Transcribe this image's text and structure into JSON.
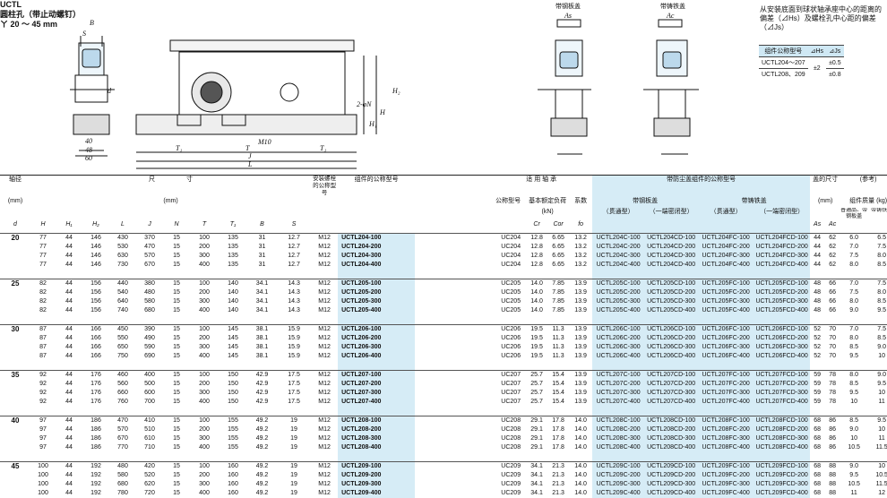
{
  "header": {
    "line1": "UCTL",
    "line2": "圆柱孔（带止动螺钉）",
    "line3": "ㄚ 20 ～ 45 mm"
  },
  "drawing_labels": {
    "h2": "H₂",
    "h": "H",
    "h1": "H₁",
    "two_n": "2-φN",
    "m10": "M10",
    "t1": "T₁",
    "t": "T",
    "t1b": "T₁",
    "j": "J",
    "l": "L",
    "b": "B",
    "s": "S",
    "d": "d",
    "d40": "40",
    "d48": "48",
    "d60": "60",
    "cover1": "带钢板盖",
    "cover2": "带铸铁盖",
    "as": "As",
    "ac": "Ac"
  },
  "note": "从安装底面到球状轴承座中心的距离的偏差（⊿Hs）及螺栓孔中心距的偏差（⊿Js）",
  "tolerance_table": {
    "headers": [
      "组件公称型号",
      "⊿Hs",
      "⊿Js"
    ],
    "rows": [
      {
        "model": "UCTL204～207",
        "hs": "±2",
        "js": "±0.5"
      },
      {
        "model": "UCTL208、209",
        "hs": "",
        "js": "±0.8"
      }
    ]
  },
  "table_header": {
    "shaft": "轴径",
    "shaft_unit": "(mm)",
    "d": "d",
    "dims": "尺　　　　　寸",
    "dims_unit": "(mm)",
    "cols": [
      "H",
      "H₁",
      "H₂",
      "L",
      "J",
      "N",
      "T",
      "T₁",
      "B",
      "S"
    ],
    "bolt": "安装螺栓的公称型号",
    "assembly": "组件的公称型号",
    "bearing": "适 用 轴 承",
    "bearing_model": "公称型号",
    "load": "基本额定负荷",
    "load_unit": "(kN)",
    "cr": "Cr",
    "cor": "Cor",
    "factor": "系数",
    "fo": "fo",
    "dust": "带防尘盖组件的公称型号",
    "steel": "带钢板盖",
    "cast": "带铸铁盖",
    "through": "（贯通型）",
    "closed": "（一端密闭型）",
    "cover_dims": "盖的尺寸",
    "cover_unit": "(mm)",
    "as": "As",
    "ac": "Ac",
    "ref": "(参考)",
    "mass": "组件质量 (kg)",
    "mass_std": "普通品、带钢板盖",
    "mass_cast": "带铸铁盖"
  },
  "rows": [
    {
      "d": "20",
      "H": "77",
      "H1": "44",
      "H2": "146",
      "L": "430",
      "J": "370",
      "N": "15",
      "T": "100",
      "T1": "135",
      "B": "31",
      "S": "12.7",
      "bolt": "M12",
      "model": "UCTL204-100",
      "brg": "UC204",
      "cr": "12.8",
      "cor": "6.65",
      "fo": "13.2",
      "s1": "UCTL204C-100",
      "s2": "UCTL204CD-100",
      "c1": "UCTL204FC-100",
      "c2": "UCTL204FCD-100",
      "as": "44",
      "ac": "62",
      "m1": "6.0",
      "m2": "6.5"
    },
    {
      "d": "",
      "H": "77",
      "H1": "44",
      "H2": "146",
      "L": "530",
      "J": "470",
      "N": "15",
      "T": "200",
      "T1": "135",
      "B": "31",
      "S": "12.7",
      "bolt": "M12",
      "model": "UCTL204-200",
      "brg": "UC204",
      "cr": "12.8",
      "cor": "6.65",
      "fo": "13.2",
      "s1": "UCTL204C-200",
      "s2": "UCTL204CD-200",
      "c1": "UCTL204FC-200",
      "c2": "UCTL204FCD-200",
      "as": "44",
      "ac": "62",
      "m1": "7.0",
      "m2": "7.5"
    },
    {
      "d": "",
      "H": "77",
      "H1": "44",
      "H2": "146",
      "L": "630",
      "J": "570",
      "N": "15",
      "T": "300",
      "T1": "135",
      "B": "31",
      "S": "12.7",
      "bolt": "M12",
      "model": "UCTL204-300",
      "brg": "UC204",
      "cr": "12.8",
      "cor": "6.65",
      "fo": "13.2",
      "s1": "UCTL204C-300",
      "s2": "UCTL204CD-300",
      "c1": "UCTL204FC-300",
      "c2": "UCTL204FCD-300",
      "as": "44",
      "ac": "62",
      "m1": "7.5",
      "m2": "8.0"
    },
    {
      "d": "",
      "H": "77",
      "H1": "44",
      "H2": "146",
      "L": "730",
      "J": "670",
      "N": "15",
      "T": "400",
      "T1": "135",
      "B": "31",
      "S": "12.7",
      "bolt": "M12",
      "model": "UCTL204-400",
      "brg": "UC204",
      "cr": "12.8",
      "cor": "6.65",
      "fo": "13.2",
      "s1": "UCTL204C-400",
      "s2": "UCTL204CD-400",
      "c1": "UCTL204FC-400",
      "c2": "UCTL204FCD-400",
      "as": "44",
      "ac": "62",
      "m1": "8.0",
      "m2": "8.5"
    },
    {
      "d": "25",
      "H": "82",
      "H1": "44",
      "H2": "156",
      "L": "440",
      "J": "380",
      "N": "15",
      "T": "100",
      "T1": "140",
      "B": "34.1",
      "S": "14.3",
      "bolt": "M12",
      "model": "UCTL205-100",
      "brg": "UC205",
      "cr": "14.0",
      "cor": "7.85",
      "fo": "13.9",
      "s1": "UCTL205C-100",
      "s2": "UCTL205CD-100",
      "c1": "UCTL205FC-100",
      "c2": "UCTL205FCD-100",
      "as": "48",
      "ac": "66",
      "m1": "7.0",
      "m2": "7.5"
    },
    {
      "d": "",
      "H": "82",
      "H1": "44",
      "H2": "156",
      "L": "540",
      "J": "480",
      "N": "15",
      "T": "200",
      "T1": "140",
      "B": "34.1",
      "S": "14.3",
      "bolt": "M12",
      "model": "UCTL205-200",
      "brg": "UC205",
      "cr": "14.0",
      "cor": "7.85",
      "fo": "13.9",
      "s1": "UCTL205C-200",
      "s2": "UCTL205CD-200",
      "c1": "UCTL205FC-200",
      "c2": "UCTL205FCD-200",
      "as": "48",
      "ac": "66",
      "m1": "7.5",
      "m2": "8.0"
    },
    {
      "d": "",
      "H": "82",
      "H1": "44",
      "H2": "156",
      "L": "640",
      "J": "580",
      "N": "15",
      "T": "300",
      "T1": "140",
      "B": "34.1",
      "S": "14.3",
      "bolt": "M12",
      "model": "UCTL205-300",
      "brg": "UC205",
      "cr": "14.0",
      "cor": "7.85",
      "fo": "13.9",
      "s1": "UCTL205C-300",
      "s2": "UCTL205CD-300",
      "c1": "UCTL205FC-300",
      "c2": "UCTL205FCD-300",
      "as": "48",
      "ac": "66",
      "m1": "8.0",
      "m2": "8.5"
    },
    {
      "d": "",
      "H": "82",
      "H1": "44",
      "H2": "156",
      "L": "740",
      "J": "680",
      "N": "15",
      "T": "400",
      "T1": "140",
      "B": "34.1",
      "S": "14.3",
      "bolt": "M12",
      "model": "UCTL205-400",
      "brg": "UC205",
      "cr": "14.0",
      "cor": "7.85",
      "fo": "13.9",
      "s1": "UCTL205C-400",
      "s2": "UCTL205CD-400",
      "c1": "UCTL205FC-400",
      "c2": "UCTL205FCD-400",
      "as": "48",
      "ac": "66",
      "m1": "9.0",
      "m2": "9.5"
    },
    {
      "d": "30",
      "H": "87",
      "H1": "44",
      "H2": "166",
      "L": "450",
      "J": "390",
      "N": "15",
      "T": "100",
      "T1": "145",
      "B": "38.1",
      "S": "15.9",
      "bolt": "M12",
      "model": "UCTL206-100",
      "brg": "UC206",
      "cr": "19.5",
      "cor": "11.3",
      "fo": "13.9",
      "s1": "UCTL206C-100",
      "s2": "UCTL206CD-100",
      "c1": "UCTL206FC-100",
      "c2": "UCTL206FCD-100",
      "as": "52",
      "ac": "70",
      "m1": "7.0",
      "m2": "7.5"
    },
    {
      "d": "",
      "H": "87",
      "H1": "44",
      "H2": "166",
      "L": "550",
      "J": "490",
      "N": "15",
      "T": "200",
      "T1": "145",
      "B": "38.1",
      "S": "15.9",
      "bolt": "M12",
      "model": "UCTL206-200",
      "brg": "UC206",
      "cr": "19.5",
      "cor": "11.3",
      "fo": "13.9",
      "s1": "UCTL206C-200",
      "s2": "UCTL206CD-200",
      "c1": "UCTL206FC-200",
      "c2": "UCTL206FCD-200",
      "as": "52",
      "ac": "70",
      "m1": "8.0",
      "m2": "8.5"
    },
    {
      "d": "",
      "H": "87",
      "H1": "44",
      "H2": "166",
      "L": "650",
      "J": "590",
      "N": "15",
      "T": "300",
      "T1": "145",
      "B": "38.1",
      "S": "15.9",
      "bolt": "M12",
      "model": "UCTL206-300",
      "brg": "UC206",
      "cr": "19.5",
      "cor": "11.3",
      "fo": "13.9",
      "s1": "UCTL206C-300",
      "s2": "UCTL206CD-300",
      "c1": "UCTL206FC-300",
      "c2": "UCTL206FCD-300",
      "as": "52",
      "ac": "70",
      "m1": "8.5",
      "m2": "9.0"
    },
    {
      "d": "",
      "H": "87",
      "H1": "44",
      "H2": "166",
      "L": "750",
      "J": "690",
      "N": "15",
      "T": "400",
      "T1": "145",
      "B": "38.1",
      "S": "15.9",
      "bolt": "M12",
      "model": "UCTL206-400",
      "brg": "UC206",
      "cr": "19.5",
      "cor": "11.3",
      "fo": "13.9",
      "s1": "UCTL206C-400",
      "s2": "UCTL206CD-400",
      "c1": "UCTL206FC-400",
      "c2": "UCTL206FCD-400",
      "as": "52",
      "ac": "70",
      "m1": "9.5",
      "m2": "10"
    },
    {
      "d": "35",
      "H": "92",
      "H1": "44",
      "H2": "176",
      "L": "460",
      "J": "400",
      "N": "15",
      "T": "100",
      "T1": "150",
      "B": "42.9",
      "S": "17.5",
      "bolt": "M12",
      "model": "UCTL207-100",
      "brg": "UC207",
      "cr": "25.7",
      "cor": "15.4",
      "fo": "13.9",
      "s1": "UCTL207C-100",
      "s2": "UCTL207CD-100",
      "c1": "UCTL207FC-100",
      "c2": "UCTL207FCD-100",
      "as": "59",
      "ac": "78",
      "m1": "8.0",
      "m2": "9.0"
    },
    {
      "d": "",
      "H": "92",
      "H1": "44",
      "H2": "176",
      "L": "560",
      "J": "500",
      "N": "15",
      "T": "200",
      "T1": "150",
      "B": "42.9",
      "S": "17.5",
      "bolt": "M12",
      "model": "UCTL207-200",
      "brg": "UC207",
      "cr": "25.7",
      "cor": "15.4",
      "fo": "13.9",
      "s1": "UCTL207C-200",
      "s2": "UCTL207CD-200",
      "c1": "UCTL207FC-200",
      "c2": "UCTL207FCD-200",
      "as": "59",
      "ac": "78",
      "m1": "8.5",
      "m2": "9.5"
    },
    {
      "d": "",
      "H": "92",
      "H1": "44",
      "H2": "176",
      "L": "660",
      "J": "600",
      "N": "15",
      "T": "300",
      "T1": "150",
      "B": "42.9",
      "S": "17.5",
      "bolt": "M12",
      "model": "UCTL207-300",
      "brg": "UC207",
      "cr": "25.7",
      "cor": "15.4",
      "fo": "13.9",
      "s1": "UCTL207C-300",
      "s2": "UCTL207CD-300",
      "c1": "UCTL207FC-300",
      "c2": "UCTL207FCD-300",
      "as": "59",
      "ac": "78",
      "m1": "9.5",
      "m2": "10"
    },
    {
      "d": "",
      "H": "92",
      "H1": "44",
      "H2": "176",
      "L": "760",
      "J": "700",
      "N": "15",
      "T": "400",
      "T1": "150",
      "B": "42.9",
      "S": "17.5",
      "bolt": "M12",
      "model": "UCTL207-400",
      "brg": "UC207",
      "cr": "25.7",
      "cor": "15.4",
      "fo": "13.9",
      "s1": "UCTL207C-400",
      "s2": "UCTL207CD-400",
      "c1": "UCTL207FC-400",
      "c2": "UCTL207FCD-400",
      "as": "59",
      "ac": "78",
      "m1": "10",
      "m2": "11"
    },
    {
      "d": "40",
      "H": "97",
      "H1": "44",
      "H2": "186",
      "L": "470",
      "J": "410",
      "N": "15",
      "T": "100",
      "T1": "155",
      "B": "49.2",
      "S": "19",
      "bolt": "M12",
      "model": "UCTL208-100",
      "brg": "UC208",
      "cr": "29.1",
      "cor": "17.8",
      "fo": "14.0",
      "s1": "UCTL208C-100",
      "s2": "UCTL208CD-100",
      "c1": "UCTL208FC-100",
      "c2": "UCTL208FCD-100",
      "as": "68",
      "ac": "86",
      "m1": "8.5",
      "m2": "9.5"
    },
    {
      "d": "",
      "H": "97",
      "H1": "44",
      "H2": "186",
      "L": "570",
      "J": "510",
      "N": "15",
      "T": "200",
      "T1": "155",
      "B": "49.2",
      "S": "19",
      "bolt": "M12",
      "model": "UCTL208-200",
      "brg": "UC208",
      "cr": "29.1",
      "cor": "17.8",
      "fo": "14.0",
      "s1": "UCTL208C-200",
      "s2": "UCTL208CD-200",
      "c1": "UCTL208FC-200",
      "c2": "UCTL208FCD-200",
      "as": "68",
      "ac": "86",
      "m1": "9.0",
      "m2": "10"
    },
    {
      "d": "",
      "H": "97",
      "H1": "44",
      "H2": "186",
      "L": "670",
      "J": "610",
      "N": "15",
      "T": "300",
      "T1": "155",
      "B": "49.2",
      "S": "19",
      "bolt": "M12",
      "model": "UCTL208-300",
      "brg": "UC208",
      "cr": "29.1",
      "cor": "17.8",
      "fo": "14.0",
      "s1": "UCTL208C-300",
      "s2": "UCTL208CD-300",
      "c1": "UCTL208FC-300",
      "c2": "UCTL208FCD-300",
      "as": "68",
      "ac": "86",
      "m1": "10",
      "m2": "11"
    },
    {
      "d": "",
      "H": "97",
      "H1": "44",
      "H2": "186",
      "L": "770",
      "J": "710",
      "N": "15",
      "T": "400",
      "T1": "155",
      "B": "49.2",
      "S": "19",
      "bolt": "M12",
      "model": "UCTL208-400",
      "brg": "UC208",
      "cr": "29.1",
      "cor": "17.8",
      "fo": "14.0",
      "s1": "UCTL208C-400",
      "s2": "UCTL208CD-400",
      "c1": "UCTL208FC-400",
      "c2": "UCTL208FCD-400",
      "as": "68",
      "ac": "86",
      "m1": "10.5",
      "m2": "11.5"
    },
    {
      "d": "45",
      "H": "100",
      "H1": "44",
      "H2": "192",
      "L": "480",
      "J": "420",
      "N": "15",
      "T": "100",
      "T1": "160",
      "B": "49.2",
      "S": "19",
      "bolt": "M12",
      "model": "UCTL209-100",
      "brg": "UC209",
      "cr": "34.1",
      "cor": "21.3",
      "fo": "14.0",
      "s1": "UCTL209C-100",
      "s2": "UCTL209CD-100",
      "c1": "UCTL209FC-100",
      "c2": "UCTL209FCD-100",
      "as": "68",
      "ac": "88",
      "m1": "9.0",
      "m2": "10"
    },
    {
      "d": "",
      "H": "100",
      "H1": "44",
      "H2": "192",
      "L": "580",
      "J": "520",
      "N": "15",
      "T": "200",
      "T1": "160",
      "B": "49.2",
      "S": "19",
      "bolt": "M12",
      "model": "UCTL209-200",
      "brg": "UC209",
      "cr": "34.1",
      "cor": "21.3",
      "fo": "14.0",
      "s1": "UCTL209C-200",
      "s2": "UCTL209CD-200",
      "c1": "UCTL209FC-200",
      "c2": "UCTL209FCD-200",
      "as": "68",
      "ac": "88",
      "m1": "9.5",
      "m2": "10.5"
    },
    {
      "d": "",
      "H": "100",
      "H1": "44",
      "H2": "192",
      "L": "680",
      "J": "620",
      "N": "15",
      "T": "300",
      "T1": "160",
      "B": "49.2",
      "S": "19",
      "bolt": "M12",
      "model": "UCTL209-300",
      "brg": "UC209",
      "cr": "34.1",
      "cor": "21.3",
      "fo": "14.0",
      "s1": "UCTL209C-300",
      "s2": "UCTL209CD-300",
      "c1": "UCTL209FC-300",
      "c2": "UCTL209FCD-300",
      "as": "68",
      "ac": "88",
      "m1": "10.5",
      "m2": "11.5"
    },
    {
      "d": "",
      "H": "100",
      "H1": "44",
      "H2": "192",
      "L": "780",
      "J": "720",
      "N": "15",
      "T": "400",
      "T1": "160",
      "B": "49.2",
      "S": "19",
      "bolt": "M12",
      "model": "UCTL209-400",
      "brg": "UC209",
      "cr": "34.1",
      "cor": "21.3",
      "fo": "14.0",
      "s1": "UCTL209C-400",
      "s2": "UCTL209CD-400",
      "c1": "UCTL209FC-400",
      "c2": "UCTL209FCD-400",
      "as": "68",
      "ac": "88",
      "m1": "11",
      "m2": "12"
    }
  ]
}
